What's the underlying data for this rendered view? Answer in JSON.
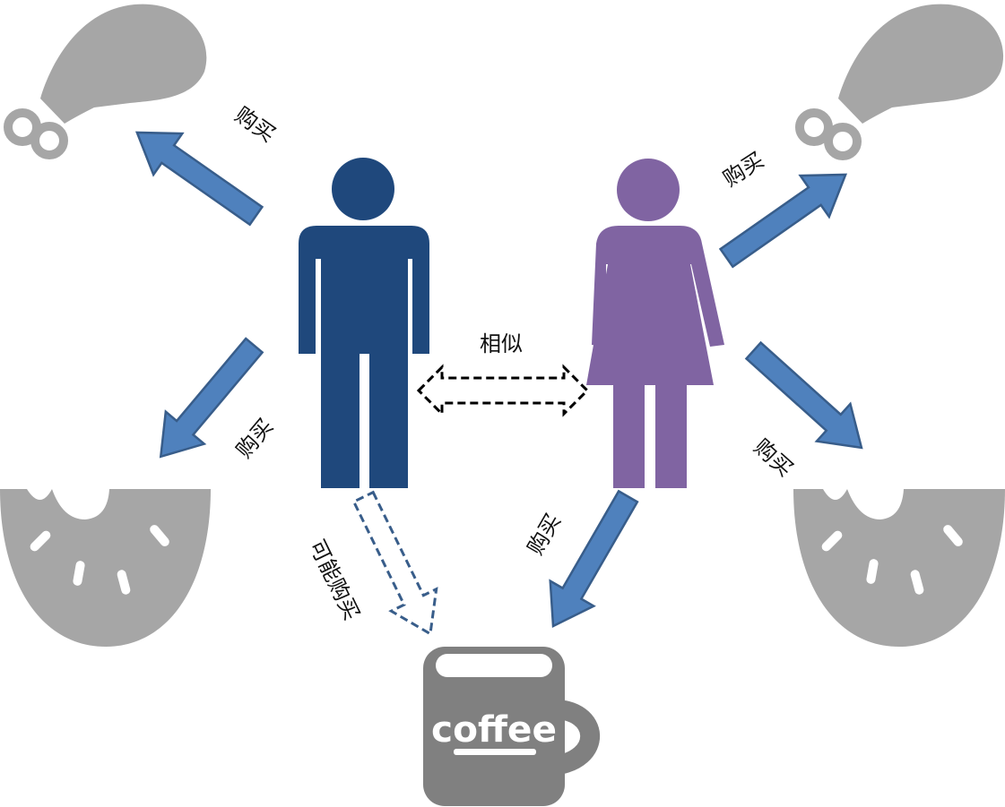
{
  "labels": {
    "buy": "购买",
    "similar": "相似",
    "may_buy": "可能购买"
  },
  "coffee_cup": {
    "logo_text": "coffee"
  },
  "colors": {
    "man": "#1f487c",
    "woman": "#8064a2",
    "arrow_fill": "#4f81bd",
    "arrow_stroke": "#385d8a",
    "item_gray": "#a6a6a6",
    "cup_gray": "#808080",
    "dashed_black": "#000000",
    "dashed_blue": "#385d8a"
  }
}
